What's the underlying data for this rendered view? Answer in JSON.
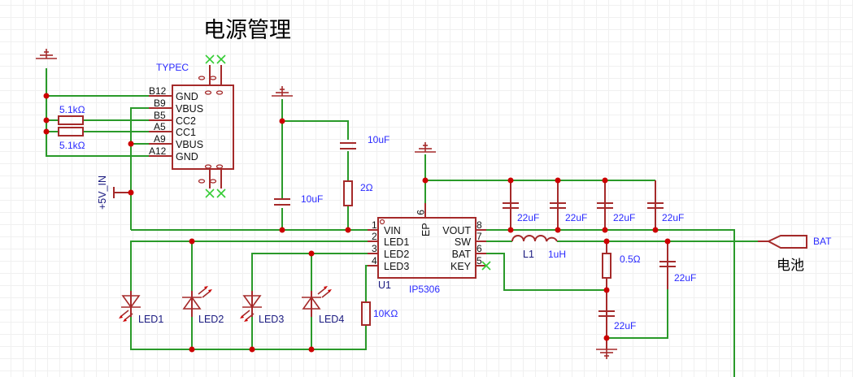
{
  "title": "电源管理",
  "typec": {
    "name": "TYPEC",
    "pins": [
      {
        "num": "B12",
        "name": "GND"
      },
      {
        "num": "B9",
        "name": "VBUS"
      },
      {
        "num": "B5",
        "name": "CC2"
      },
      {
        "num": "A5",
        "name": "CC1"
      },
      {
        "num": "A9",
        "name": "VBUS"
      },
      {
        "num": "A12",
        "name": "GND"
      }
    ],
    "r_cc2": "5.1kΩ",
    "r_cc1": "5.1kΩ"
  },
  "net_5v": "+5V_IN",
  "input": {
    "c1": "10uF",
    "c2": "10uF",
    "r": "2Ω"
  },
  "ic": {
    "ref": "U1",
    "part": "IP5306",
    "left": [
      {
        "num": "1",
        "name": "VIN"
      },
      {
        "num": "2",
        "name": "LED1"
      },
      {
        "num": "3",
        "name": "LED2"
      },
      {
        "num": "4",
        "name": "LED3"
      }
    ],
    "right": [
      {
        "num": "8",
        "name": "VOUT"
      },
      {
        "num": "7",
        "name": "SW"
      },
      {
        "num": "6",
        "name": "BAT"
      },
      {
        "num": "5",
        "name": "KEY"
      }
    ],
    "ep_num": "9",
    "ep_name": "EP"
  },
  "vout_caps": [
    "22uF",
    "22uF",
    "22uF",
    "22uF"
  ],
  "inductor": {
    "ref": "L1",
    "value": "1uH"
  },
  "bat": {
    "r_sense": "0.5Ω",
    "c_bat": "22uF",
    "c_sense": "22uF",
    "port": "BAT",
    "label": "电池"
  },
  "leds": [
    "LED1",
    "LED2",
    "LED3",
    "LED4"
  ],
  "r_led": "10KΩ",
  "colors": {
    "wire": "#2a9a2a",
    "symbol": "#a52a2a",
    "junction": "#cc0000",
    "label": "#2a2aff"
  }
}
